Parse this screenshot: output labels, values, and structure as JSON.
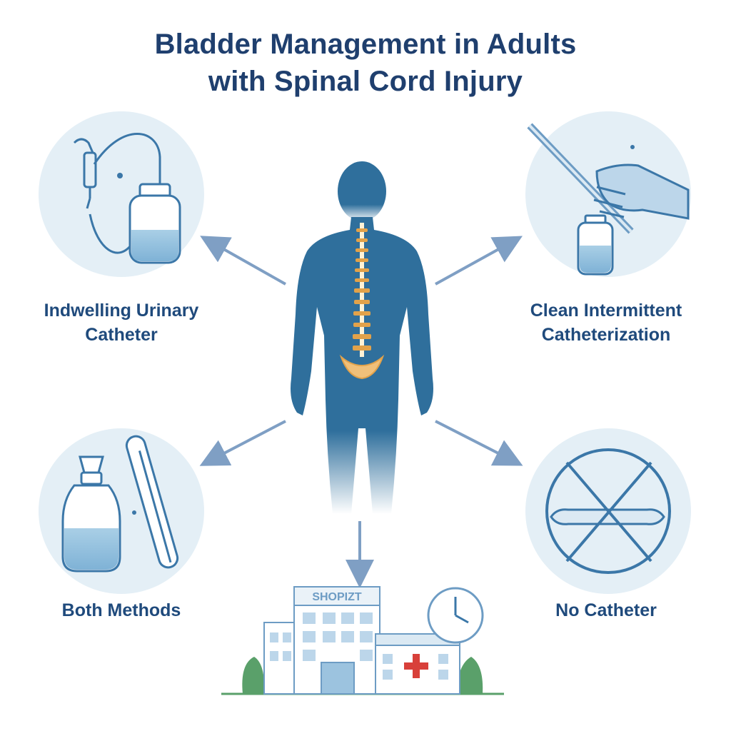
{
  "title": {
    "line1": "Bladder Management in Adults",
    "line2": "with Spinal Cord Injury"
  },
  "options": {
    "indwelling": {
      "line1": "Indwelling Urinary",
      "line2": "Catheter",
      "icon": "catheter-bag-icon"
    },
    "intermittent": {
      "line1": "Clean Intermittent",
      "line2": "Catheterization",
      "icon": "hand-catheter-icon"
    },
    "both": {
      "label": "Both Methods",
      "icon": "bottle-and-catheter-icon"
    },
    "none": {
      "label": "No Catheter",
      "icon": "crossed-catheter-icon"
    }
  },
  "hospital": {
    "sign": "SHOPIZT",
    "icon": "hospital-icon"
  },
  "colors": {
    "title": "#1f3f6e",
    "label": "#1f4a7c",
    "circle": "#e4eff6",
    "body": "#2f6f9c",
    "arrow": "#7f9fc4",
    "spine": "#e2a24a"
  }
}
